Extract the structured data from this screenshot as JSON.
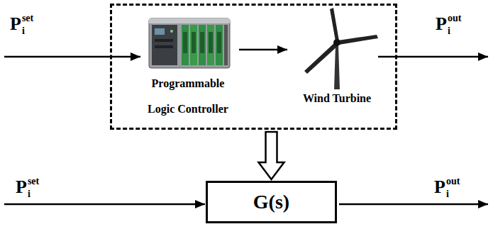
{
  "diagram": {
    "nodes": [
      {
        "text": []
      },
      {
        "text": [
          "Programmable Logic Controller"
        ],
        "in": 0
      },
      {
        "text": [
          "Wind Turbine"
        ],
        "in": 0
      },
      {
        "text": [
          "G(s)"
        ]
      }
    ],
    "edges": [
      {
        "from": 1,
        "to": 2,
        "arrow": "to"
      },
      {
        "from": 0,
        "to": 3,
        "arrow": "to"
      }
    ],
    "labels": [
      "P",
      "i",
      "set",
      "P",
      "i",
      "out",
      "P",
      "i",
      "set",
      "P",
      "i",
      "out"
    ]
  }
}
